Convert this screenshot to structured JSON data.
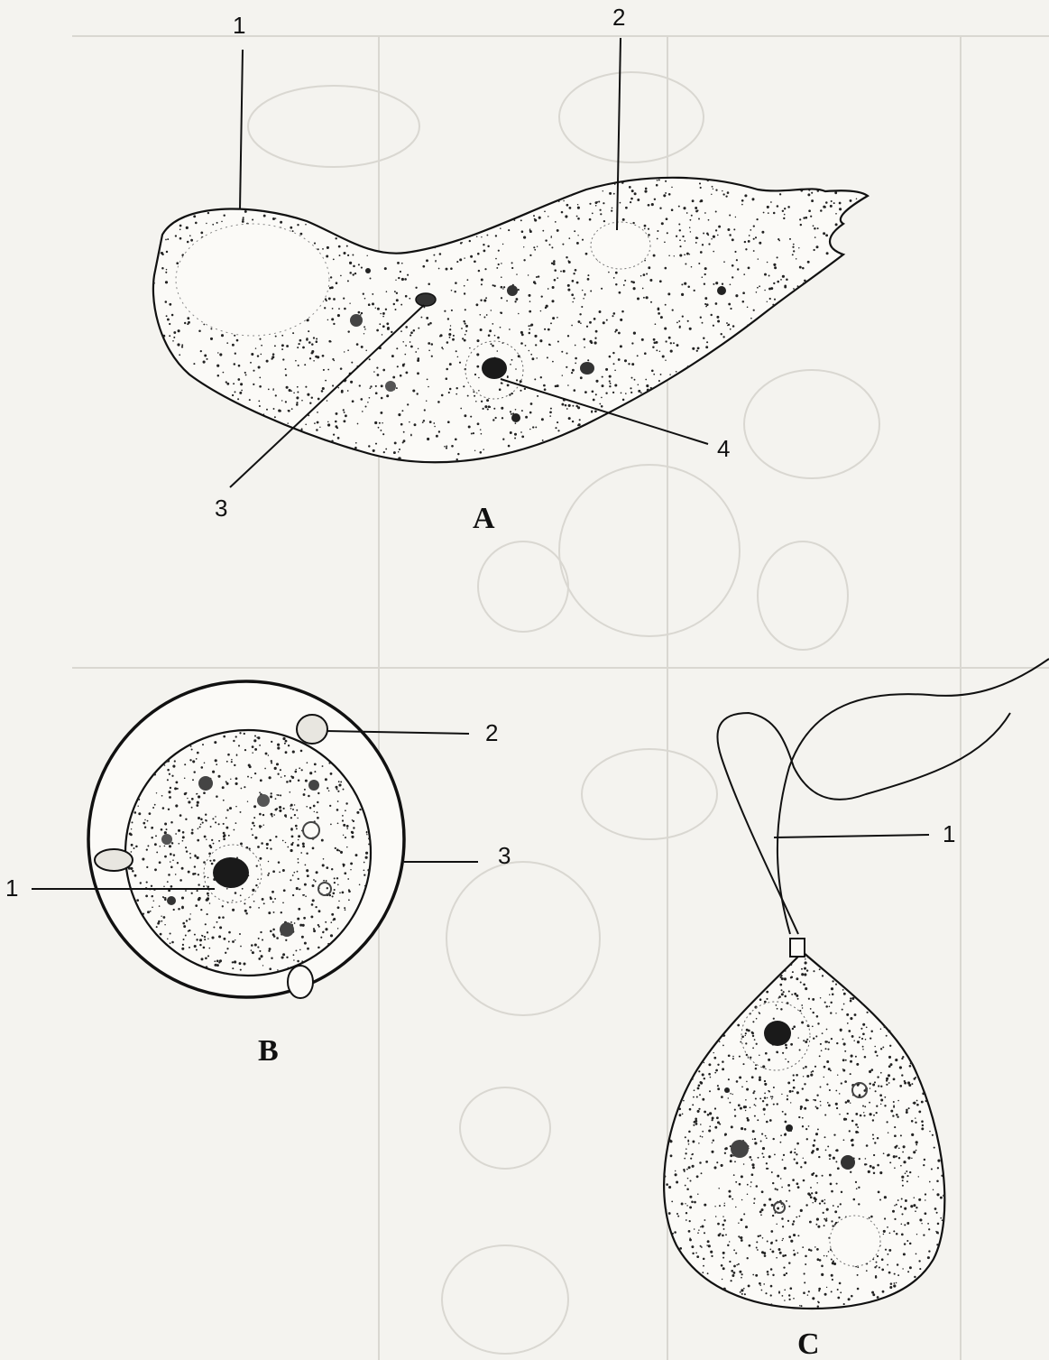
{
  "figures": {
    "A": {
      "panel_label": "A",
      "labels": {
        "l1": "1",
        "l2": "2",
        "l3": "3",
        "l4": "4"
      }
    },
    "B": {
      "panel_label": "B",
      "labels": {
        "l1": "1",
        "l2": "2",
        "l3": "3"
      }
    },
    "C": {
      "panel_label": "C",
      "labels": {
        "l1": "1"
      }
    }
  },
  "colors": {
    "ink": "#111111",
    "paper": "#f4f3ef",
    "bleed_through": "#d9d7d1"
  }
}
